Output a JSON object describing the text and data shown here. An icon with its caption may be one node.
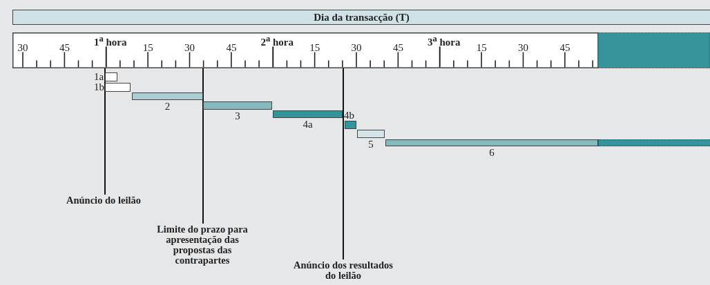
{
  "diagram": {
    "title": "Dia da transacção (T)",
    "nodes": [
      {
        "text": [],
        "shape": "bar"
      },
      {
        "text": [
          "1a"
        ]
      },
      {
        "text": [
          "1b"
        ]
      },
      {
        "text": [
          "2"
        ]
      },
      {
        "text": [
          "3"
        ]
      },
      {
        "text": [
          "4a"
        ]
      },
      {
        "text": [
          "4b"
        ]
      },
      {
        "text": [
          "5"
        ]
      },
      {
        "text": [
          "6"
        ]
      },
      {
        "text": [
          "Anúncio do leilão"
        ]
      },
      {
        "text": [
          "Limite do prazo para apresentação das propostas das contrapartes"
        ]
      },
      {
        "text": [
          "Anúncio dos resultados do leilão"
        ]
      }
    ],
    "edges": [
      {
        "from": 9,
        "to": 0,
        "arrow": "none"
      },
      {
        "from": 10,
        "to": 0,
        "arrow": "none"
      },
      {
        "from": 11,
        "to": 0,
        "arrow": "none"
      }
    ],
    "labels": [
      "30",
      "45",
      "1$^{a}$ hora",
      "15",
      "30",
      "45",
      "2$^{a}$ hora",
      "15",
      "30",
      "45",
      "3$^{a}$ hora",
      "15",
      "30",
      "45"
    ]
  }
}
